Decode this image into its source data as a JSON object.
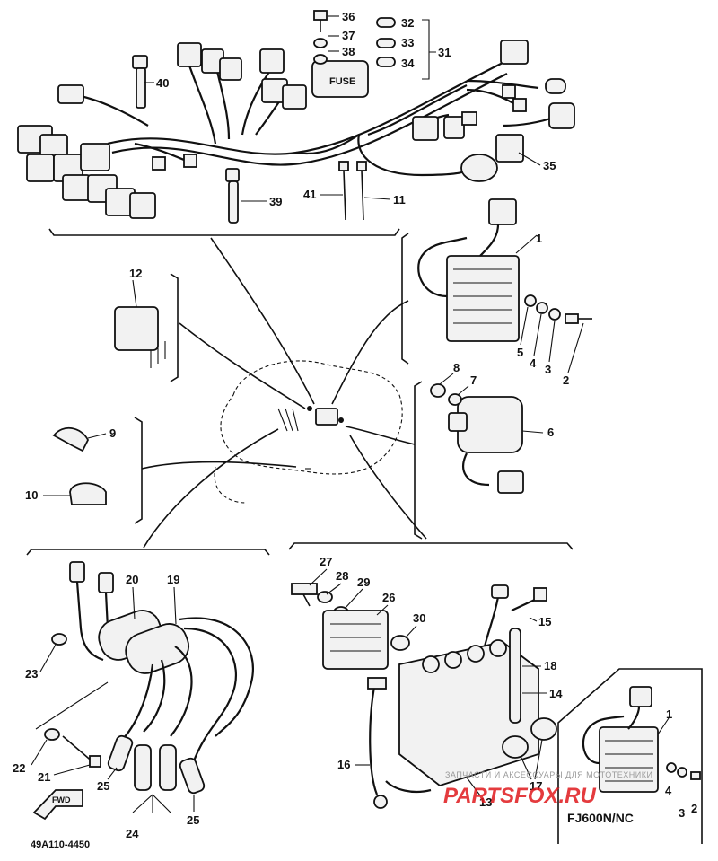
{
  "diagram": {
    "callouts": {
      "c1": "1",
      "c1b": "1",
      "c2": "2",
      "c2b": "2",
      "c3": "3",
      "c3b": "3",
      "c4": "4",
      "c4b": "4",
      "c5": "5",
      "c6": "6",
      "c7": "7",
      "c8": "8",
      "c9": "9",
      "c10": "10",
      "c11": "11",
      "c12": "12",
      "c13": "13",
      "c14": "14",
      "c15": "15",
      "c16": "16",
      "c17": "17",
      "c18": "18",
      "c19": "19",
      "c20": "20",
      "c21": "21",
      "c22": "22",
      "c23": "23",
      "c24": "24",
      "c25a": "25",
      "c25b": "25",
      "c26": "26",
      "c27": "27",
      "c28": "28",
      "c29": "29",
      "c30": "30",
      "c31": "31",
      "c32": "32",
      "c33": "33",
      "c34": "34",
      "c35": "35",
      "c36": "36",
      "c37": "37",
      "c38": "38",
      "c39": "39",
      "c40": "40",
      "c41": "41"
    },
    "fuse_label": "FUSE",
    "forward_label": "FWD",
    "inset_model": "FJ600N/NC",
    "diagram_code": "49A110-4450",
    "watermark_text": "ЗАПЧАСТИ И АКСЕССУАРЫ ДЛЯ МОТОТЕХНИКИ",
    "watermark_logo": "PARTSFOX.RU"
  }
}
